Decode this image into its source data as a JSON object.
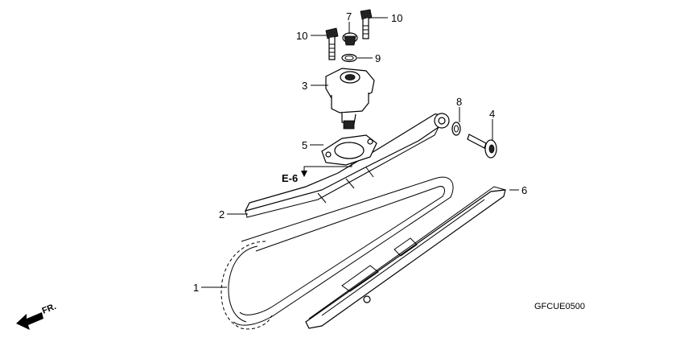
{
  "callouts": {
    "c1": "1",
    "c2": "2",
    "c3": "3",
    "c4": "4",
    "c5": "5",
    "c6": "6",
    "c7": "7",
    "c8": "8",
    "c9": "9",
    "c10_left": "10",
    "c10_right": "10"
  },
  "reference_label": "E-6",
  "diagram_code": "GFCUE0500",
  "direction_label": "FR."
}
